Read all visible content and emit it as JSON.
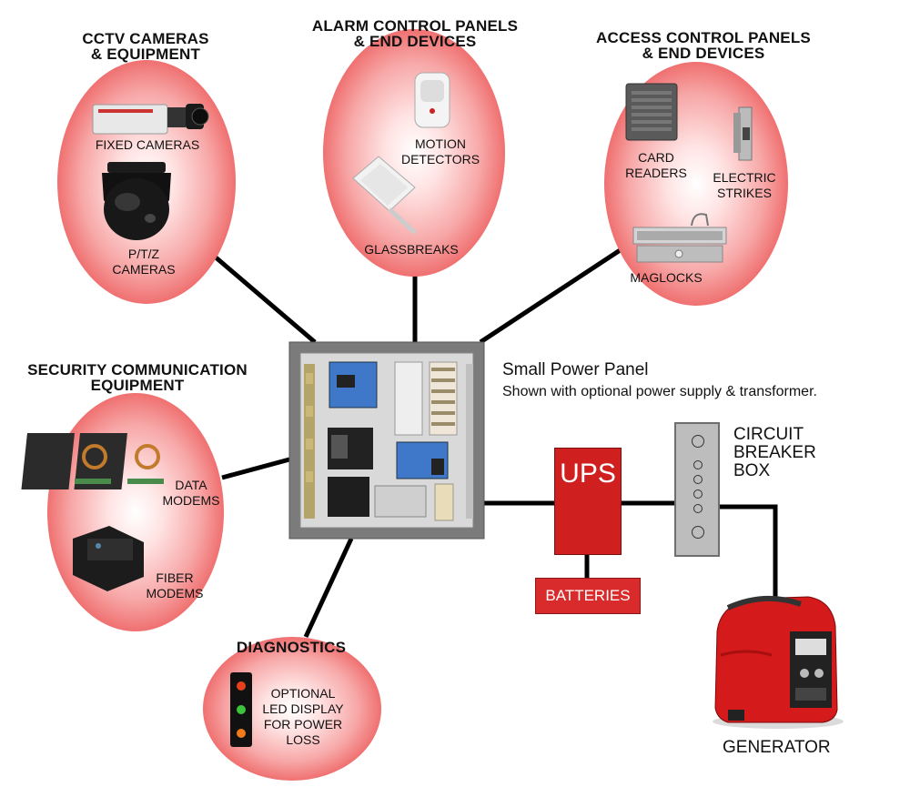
{
  "cctv": {
    "title_line1": "CCTV CAMERAS",
    "title_line2": "& EQUIPMENT",
    "fixed_label": "FIXED CAMERAS",
    "ptz_line1": "P/T/Z",
    "ptz_line2": "CAMERAS"
  },
  "alarm": {
    "title_line1": "ALARM CONTROL PANELS",
    "title_line2": "& END DEVICES",
    "motion_line1": "MOTION",
    "motion_line2": "DETECTORS",
    "glass_label": "GLASSBREAKS"
  },
  "access": {
    "title_line1": "ACCESS CONTROL PANELS",
    "title_line2": "& END DEVICES",
    "card_line1": "CARD",
    "card_line2": "READERS",
    "strike_line1": "ELECTRIC",
    "strike_line2": "STRIKES",
    "maglock_label": "MAGLOCKS"
  },
  "comm": {
    "title_line1": "SECURITY COMMUNICATION",
    "title_line2": "EQUIPMENT",
    "data_line1": "DATA",
    "data_line2": "MODEMS",
    "fiber_line1": "FIBER",
    "fiber_line2": "MODEMS"
  },
  "diag": {
    "title": "DIAGNOSTICS",
    "line1": "OPTIONAL",
    "line2": "LED DISPLAY",
    "line3": "FOR POWER",
    "line4": "LOSS",
    "led_colors": [
      "#e8401c",
      "#3cc43c",
      "#ef7b1a"
    ]
  },
  "panel": {
    "caption_line1": "Small Power Panel",
    "caption_line2": "Shown with optional power supply & transformer."
  },
  "ups": {
    "label": "UPS",
    "batteries_label": "BATTERIES"
  },
  "breaker": {
    "line1": "CIRCUIT",
    "line2": "BREAKER",
    "line3": "BOX"
  },
  "generator": {
    "label": "GENERATOR"
  },
  "colors": {
    "accent_red": "#d92b2b",
    "ups_red": "#cf1f1f",
    "line": "#000000"
  }
}
